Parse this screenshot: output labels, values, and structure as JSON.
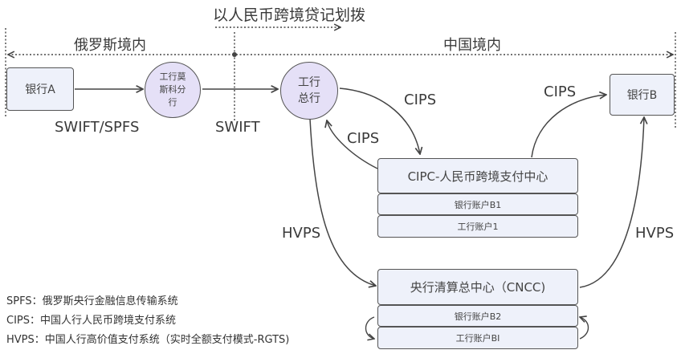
{
  "title": "以人民币跨境贷记划拨",
  "regions": {
    "russia": "俄罗斯境内",
    "china": "中国境内"
  },
  "nodes": {
    "bank_a": "银行A",
    "icbc_moscow": "工行莫斯科分行",
    "icbc_hq": "工行总行",
    "bank_b": "银行B"
  },
  "cips_center": {
    "title": "CIPC-人民币跨境支付中心",
    "accounts": [
      "银行账户B1",
      "工行账户1"
    ]
  },
  "cncc": {
    "title": "央行清算总中心（CNCC)",
    "accounts": [
      "银行账户B2",
      "工行账户BI"
    ]
  },
  "edge_labels": {
    "swift_spfs": "SWIFT/SPFS",
    "swift": "SWIFT",
    "cips_hq_to_center": "CIPS",
    "cips_center_to_hq": "CIPS",
    "cips_center_to_bank_b": "CIPS",
    "hvps_left": "HVPS",
    "hvps_right": "HVPS"
  },
  "legend": [
    "SPFS：俄罗斯央行金融信息传输系统",
    "CIPS：中国人行人民币跨境支付系统",
    "HVPS：中国人行高价值支付系统（实时全额支付模式-RGTS)"
  ],
  "colors": {
    "circle_fill": "#e5e0f7",
    "box_fill": "#eef1fa",
    "stroke": "#555555"
  }
}
